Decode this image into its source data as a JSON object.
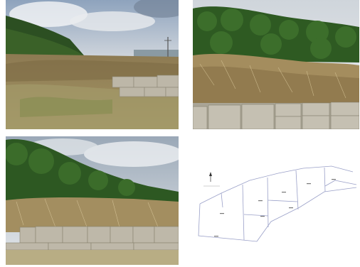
{
  "photos": [
    {
      "name": "photo-lot-left-wall",
      "watermark_logo": "",
      "watermark_caption": ""
    },
    {
      "name": "photo-wall-closeup",
      "watermark_logo": "",
      "watermark_caption": ""
    },
    {
      "name": "photo-lot-hillside",
      "watermark_logo": "",
      "watermark_caption": ""
    }
  ],
  "plan": {
    "name": "survey-plot-plan",
    "watermark_logo": ""
  },
  "colors": {
    "sky": "#d9dde2",
    "forest": "#2f5a23",
    "dry_grass": "#9c8a5a",
    "stone": "#b8b3a6",
    "plan_line": "#9aa0c8"
  }
}
